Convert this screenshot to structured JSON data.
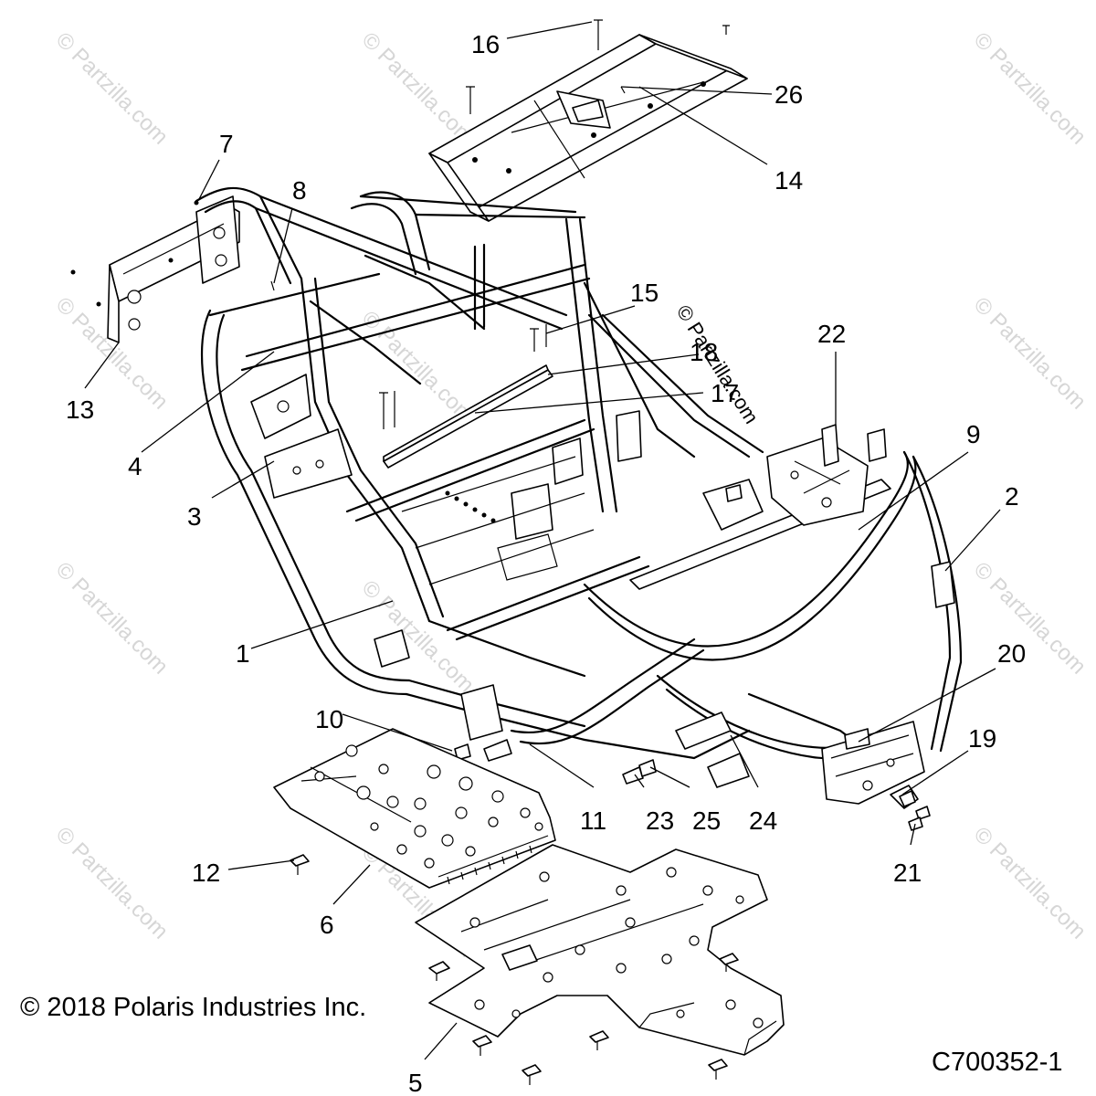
{
  "diagram": {
    "callouts": [
      {
        "id": "c1",
        "label": "1"
      },
      {
        "id": "c2",
        "label": "2"
      },
      {
        "id": "c3",
        "label": "3"
      },
      {
        "id": "c4",
        "label": "4"
      },
      {
        "id": "c5",
        "label": "5"
      },
      {
        "id": "c6",
        "label": "6"
      },
      {
        "id": "c7",
        "label": "7"
      },
      {
        "id": "c8",
        "label": "8"
      },
      {
        "id": "c9",
        "label": "9"
      },
      {
        "id": "c10",
        "label": "10"
      },
      {
        "id": "c11",
        "label": "11"
      },
      {
        "id": "c12",
        "label": "12"
      },
      {
        "id": "c13",
        "label": "13"
      },
      {
        "id": "c14",
        "label": "14"
      },
      {
        "id": "c15",
        "label": "15"
      },
      {
        "id": "c16",
        "label": "16"
      },
      {
        "id": "c17",
        "label": "17"
      },
      {
        "id": "c18",
        "label": "18"
      },
      {
        "id": "c19",
        "label": "19"
      },
      {
        "id": "c20",
        "label": "20"
      },
      {
        "id": "c21",
        "label": "21"
      },
      {
        "id": "c22",
        "label": "22"
      },
      {
        "id": "c23",
        "label": "23"
      },
      {
        "id": "c24",
        "label": "24"
      },
      {
        "id": "c25",
        "label": "25"
      },
      {
        "id": "c26",
        "label": "26"
      }
    ],
    "watermark": "© Partzilla.com",
    "copyright": "© 2018 Polaris Industries Inc.",
    "drawing_number": "C700352-1"
  }
}
